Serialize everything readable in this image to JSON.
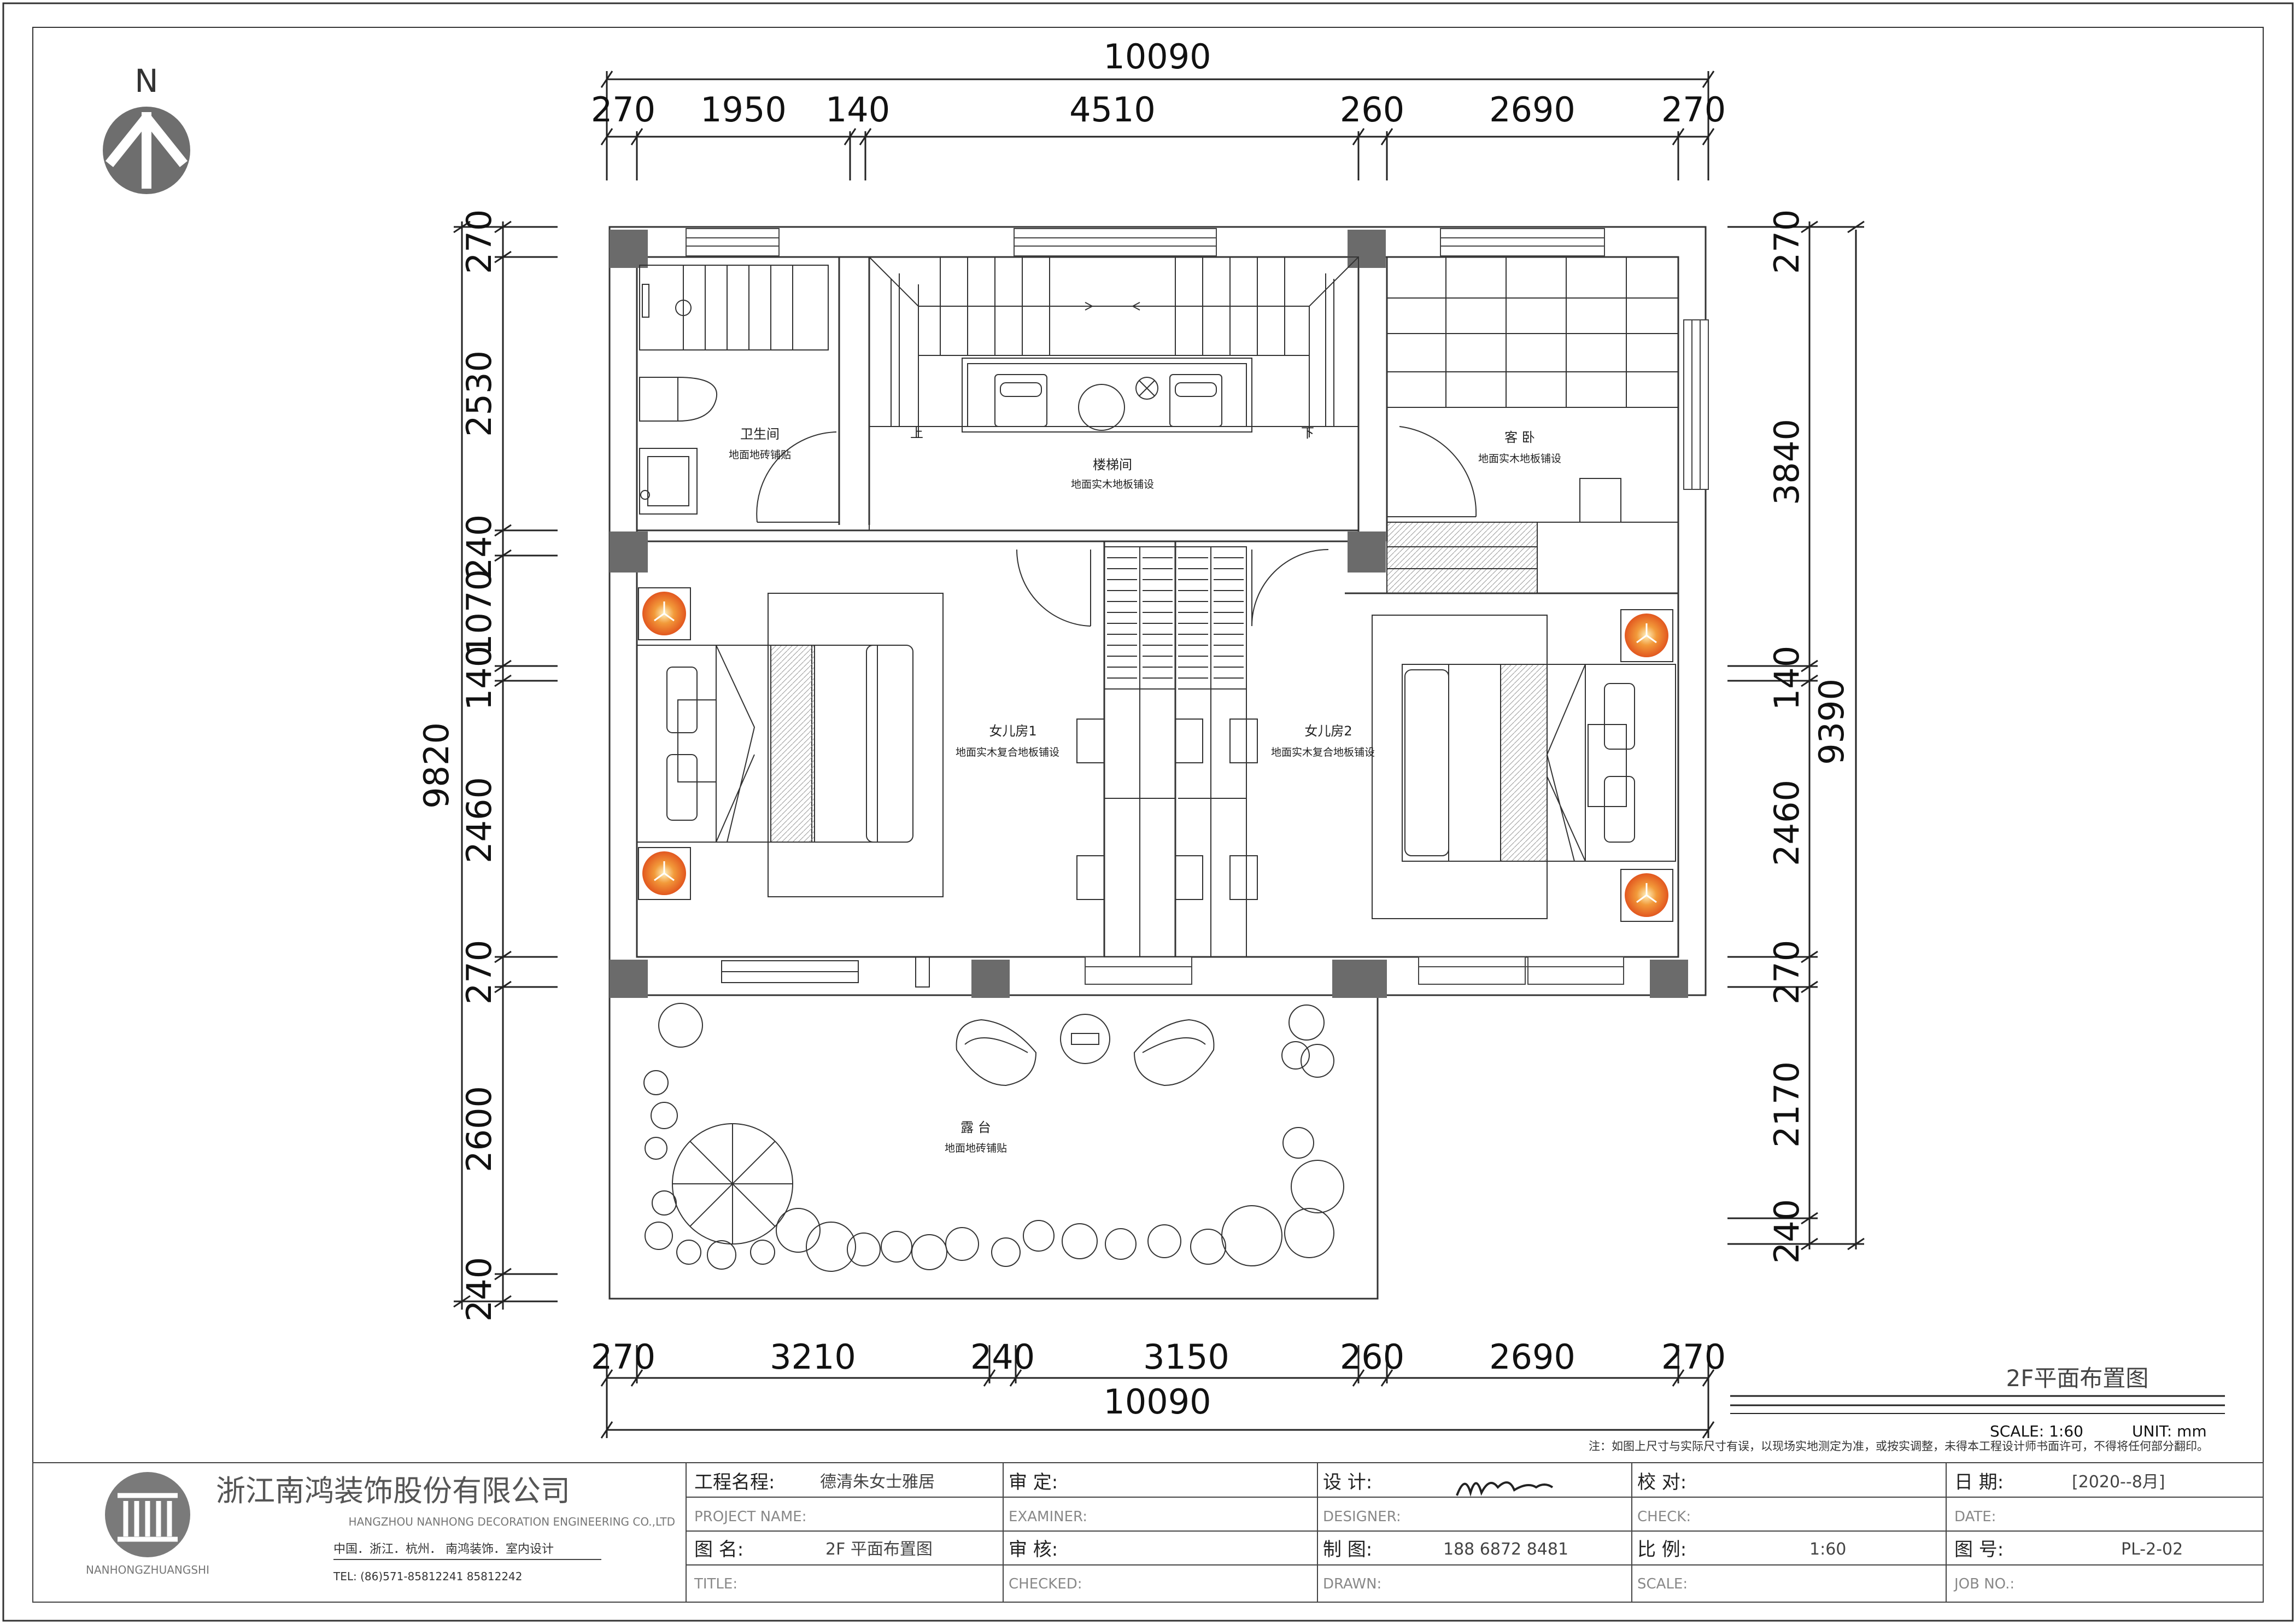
{
  "north": "N",
  "dims": {
    "top_total": "10090",
    "top": [
      "270",
      "1950",
      "140",
      "4510",
      "260",
      "2690",
      "270"
    ],
    "bottom_total": "10090",
    "bottom": [
      "270",
      "3210",
      "240",
      "3150",
      "260",
      "2690",
      "270"
    ],
    "left_total": "9820",
    "left": [
      "270",
      "2530",
      "240",
      "1070",
      "140",
      "2460",
      "270",
      "2600",
      "240"
    ],
    "right_total": "9390",
    "right": [
      "270",
      "3840",
      "140",
      "2460",
      "270",
      "2170",
      "240"
    ]
  },
  "rooms": {
    "bathroom": {
      "name": "卫生间",
      "floor": "地面地砖铺贴"
    },
    "stair": {
      "name": "楼梯间",
      "floor": "地面实木地板铺设"
    },
    "up": "上",
    "down": "下",
    "guest": {
      "name": "客  卧",
      "floor": "地面实木地板铺设"
    },
    "girl1": {
      "name": "女儿房1",
      "floor": "地面实木复合地板铺设"
    },
    "girl2": {
      "name": "女儿房2",
      "floor": "地面实木复合地板铺设"
    },
    "terrace": {
      "name": "露  台",
      "floor": "地面地砖铺贴"
    }
  },
  "drawing_title": "2F平面布置图",
  "scale_text": "SCALE: 1:60",
  "unit_text": "UNIT:  mm",
  "note": "注：如图上尺寸与实际尺寸有误，以现场实地测定为准，或按实调整，未得本工程设计师书面许可，不得将任何部分翻印。",
  "company": {
    "name_cn": "浙江南鸿装饰股份有限公司",
    "name_en": "HANGZHOU  NANHONG  DECORATION  ENGINEERING  CO.,LTD",
    "line1": "中国．浙江．杭州．    南鸿装饰．室内设计",
    "tel": "TEL:  (86)571-85812241  85812242",
    "logo_text": "NANHONGZHUANGSHI"
  },
  "title_block": {
    "project_label": "工程名程:",
    "project_value": "德清朱女士雅居",
    "project_en": "PROJECT NAME:",
    "title_label": "图  名:",
    "title_value": "2F 平面布置图",
    "title_en": "TITLE:",
    "approve_label": "审    定:",
    "approve_en": "EXAMINER:",
    "check2_label": "审    核:",
    "check2_en": "CHECKED:",
    "design_label": "设    计:",
    "design_en": "DESIGNER:",
    "draw_label": "制    图:",
    "draw_value": "188  6872  8481",
    "draw_en": "DRAWN:",
    "check_label": "校    对:",
    "check_en": "CHECK:",
    "scale_label": "比    例:",
    "scale_value": "1:60",
    "scale_en": "SCALE:",
    "date_label": "日    期:",
    "date_value": "[2020--8月]",
    "date_en": "DATE:",
    "no_label": "图    号:",
    "no_value": "PL-2-02",
    "no_en": "JOB  NO.:"
  },
  "colors": {
    "line": "#2a2a2a",
    "column": "#6b6b6b",
    "lamp": "#e2571f"
  }
}
